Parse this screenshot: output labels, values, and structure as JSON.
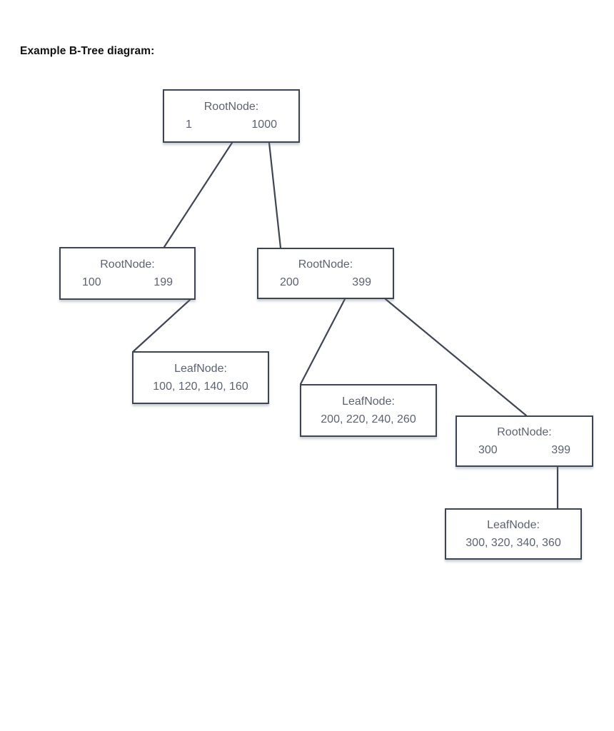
{
  "page": {
    "title": "Example B-Tree diagram:"
  },
  "diagram": {
    "type": "b-tree",
    "nodes": [
      {
        "id": "root",
        "label": "RootNode:",
        "keys": [
          "1",
          "1000"
        ]
      },
      {
        "id": "internal-100-199",
        "label": "RootNode:",
        "keys": [
          "100",
          "199"
        ]
      },
      {
        "id": "internal-200-399",
        "label": "RootNode:",
        "keys": [
          "200",
          "399"
        ]
      },
      {
        "id": "leaf-100",
        "label": "LeafNode:",
        "values": "100, 120, 140, 160"
      },
      {
        "id": "leaf-200",
        "label": "LeafNode:",
        "values": "200, 220, 240, 260"
      },
      {
        "id": "internal-300-399",
        "label": "RootNode:",
        "keys": [
          "300",
          "399"
        ]
      },
      {
        "id": "leaf-300",
        "label": "LeafNode:",
        "values": "300, 320, 340, 360"
      }
    ],
    "edges": [
      {
        "from": "root",
        "to": "internal-100-199"
      },
      {
        "from": "root",
        "to": "internal-200-399"
      },
      {
        "from": "internal-100-199",
        "to": "leaf-100"
      },
      {
        "from": "internal-200-399",
        "to": "leaf-200"
      },
      {
        "from": "internal-200-399",
        "to": "internal-300-399"
      },
      {
        "from": "internal-300-399",
        "to": "leaf-300"
      }
    ],
    "colors": {
      "background": "#ffffff",
      "node_border": "#3e4552",
      "node_text": "#5c6370",
      "edge_line": "#3f4653",
      "title_text": "#111111"
    }
  }
}
